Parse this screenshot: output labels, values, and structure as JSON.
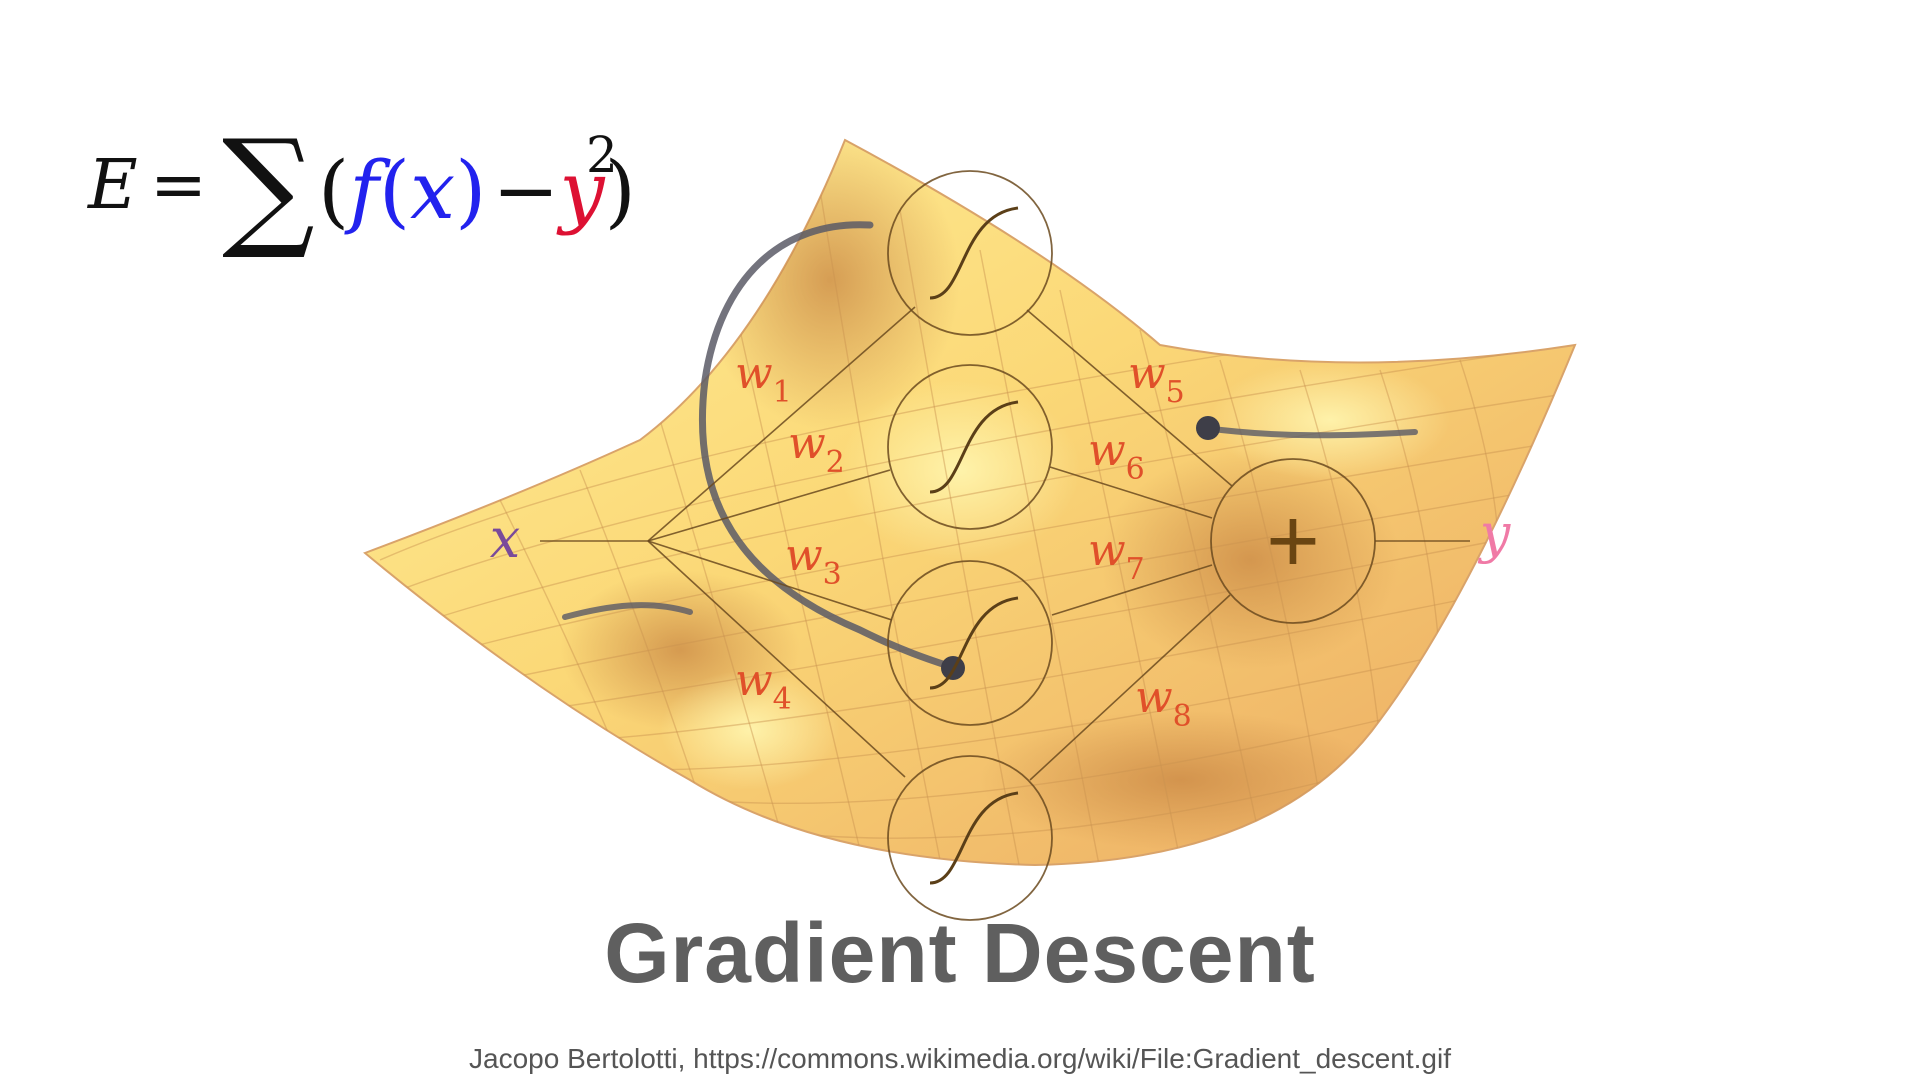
{
  "formula": {
    "lhs": "E",
    "equals": "=",
    "sum": "∑",
    "open_paren": "(",
    "f": "f",
    "fx_open": "(",
    "fx_var": "x",
    "fx_close": ")",
    "minus": "−",
    "y": "y",
    "close_paren": ")",
    "exponent": "2"
  },
  "network": {
    "input_label": "x",
    "output_label": "y",
    "sum_symbol": "+",
    "weights": [
      {
        "base": "w",
        "sub": "1"
      },
      {
        "base": "w",
        "sub": "2"
      },
      {
        "base": "w",
        "sub": "3"
      },
      {
        "base": "w",
        "sub": "4"
      },
      {
        "base": "w",
        "sub": "5"
      },
      {
        "base": "w",
        "sub": "6"
      },
      {
        "base": "w",
        "sub": "7"
      },
      {
        "base": "w",
        "sub": "8"
      }
    ]
  },
  "title": "Gradient Descent",
  "credit": "Jacopo Bertolotti, https://commons.wikimedia.org/wiki/File:Gradient_descent.gif",
  "colors": {
    "f_blue": "#2222ee",
    "y_red": "#dd1133",
    "weight_label": "#e0502a",
    "input_x": "#7a4a9a",
    "output_y": "#f07aa6",
    "surface_light": "#fbe17a",
    "surface_dark": "#e8a560",
    "title_gray": "#5f5f5f"
  }
}
